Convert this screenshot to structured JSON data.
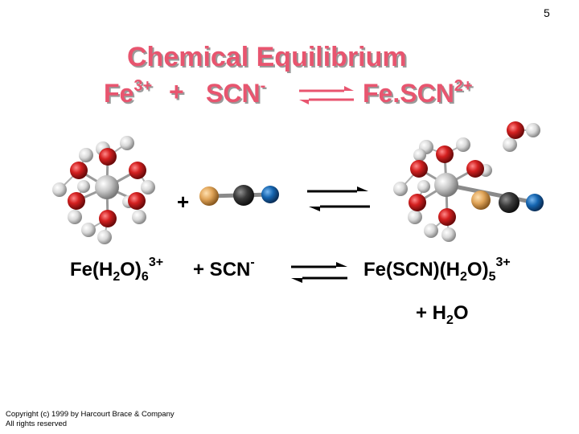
{
  "slide_number": "5",
  "title": "Chemical Equilibrium",
  "header_equation": {
    "reactant_1": "Fe",
    "reactant_1_charge": "3+",
    "plus": "+",
    "reactant_2": "SCN",
    "reactant_2_charge": "-",
    "product": "Fe.SCN",
    "product_charge": "2+"
  },
  "molecule_plus": "+",
  "equation": {
    "complex_prefix": "Fe(H",
    "complex_sub": "2",
    "complex_mid": "O)",
    "complex_sub2": "6",
    "complex_charge": "3+",
    "plus_scn": "+ SCN",
    "scn_charge": "-",
    "product_prefix": "Fe(SCN)(H",
    "product_sub": "2",
    "product_mid": "O)",
    "product_sub2": "5",
    "product_charge": "3+",
    "water_plus": "+ H",
    "water_sub": "2",
    "water_o": "O"
  },
  "copyright": {
    "line1": "Copyright (c) 1999 by Harcourt Brace & Company",
    "line2": "All rights reserved"
  },
  "colors": {
    "title": "#e8556f",
    "title_shadow": "#9a9a9a",
    "oxygen": "#d42020",
    "hydrogen": "#d8d8d8",
    "iron": "#c8c8c8",
    "sulfur": "#e0a458",
    "carbon": "#3a3a3a",
    "nitrogen": "#1565b0"
  }
}
